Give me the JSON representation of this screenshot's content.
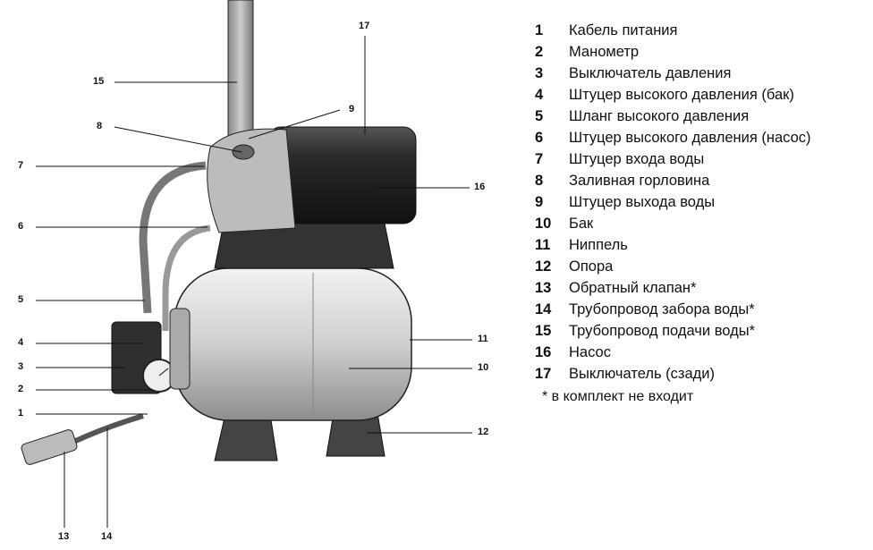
{
  "callouts": [
    "1",
    "2",
    "3",
    "4",
    "5",
    "6",
    "7",
    "8",
    "9",
    "10",
    "11",
    "12",
    "13",
    "14",
    "15",
    "16",
    "17"
  ],
  "legend": [
    {
      "num": "1",
      "text": "Кабель питания"
    },
    {
      "num": "2",
      "text": "Манометр"
    },
    {
      "num": "3",
      "text": "Выключатель давления"
    },
    {
      "num": "4",
      "text": "Штуцер высокого давления (бак)"
    },
    {
      "num": "5",
      "text": "Шланг высокого давления"
    },
    {
      "num": "6",
      "text": "Штуцер высокого давления (насос)"
    },
    {
      "num": "7",
      "text": "Штуцер входа воды"
    },
    {
      "num": "8",
      "text": "Заливная горловина"
    },
    {
      "num": "9",
      "text": "Штуцер выхода воды"
    },
    {
      "num": "10",
      "text": "Бак"
    },
    {
      "num": "11",
      "text": "Ниппель"
    },
    {
      "num": "12",
      "text": "Опора"
    },
    {
      "num": "13",
      "text": "Обратный клапан*"
    },
    {
      "num": "14",
      "text": "Трубопровод забора воды*"
    },
    {
      "num": "15",
      "text": "Трубопровод подачи воды*"
    },
    {
      "num": "16",
      "text": "Насос"
    },
    {
      "num": "17",
      "text": "Выключатель (сзади)"
    }
  ],
  "footnote": "* в комплект не входит"
}
